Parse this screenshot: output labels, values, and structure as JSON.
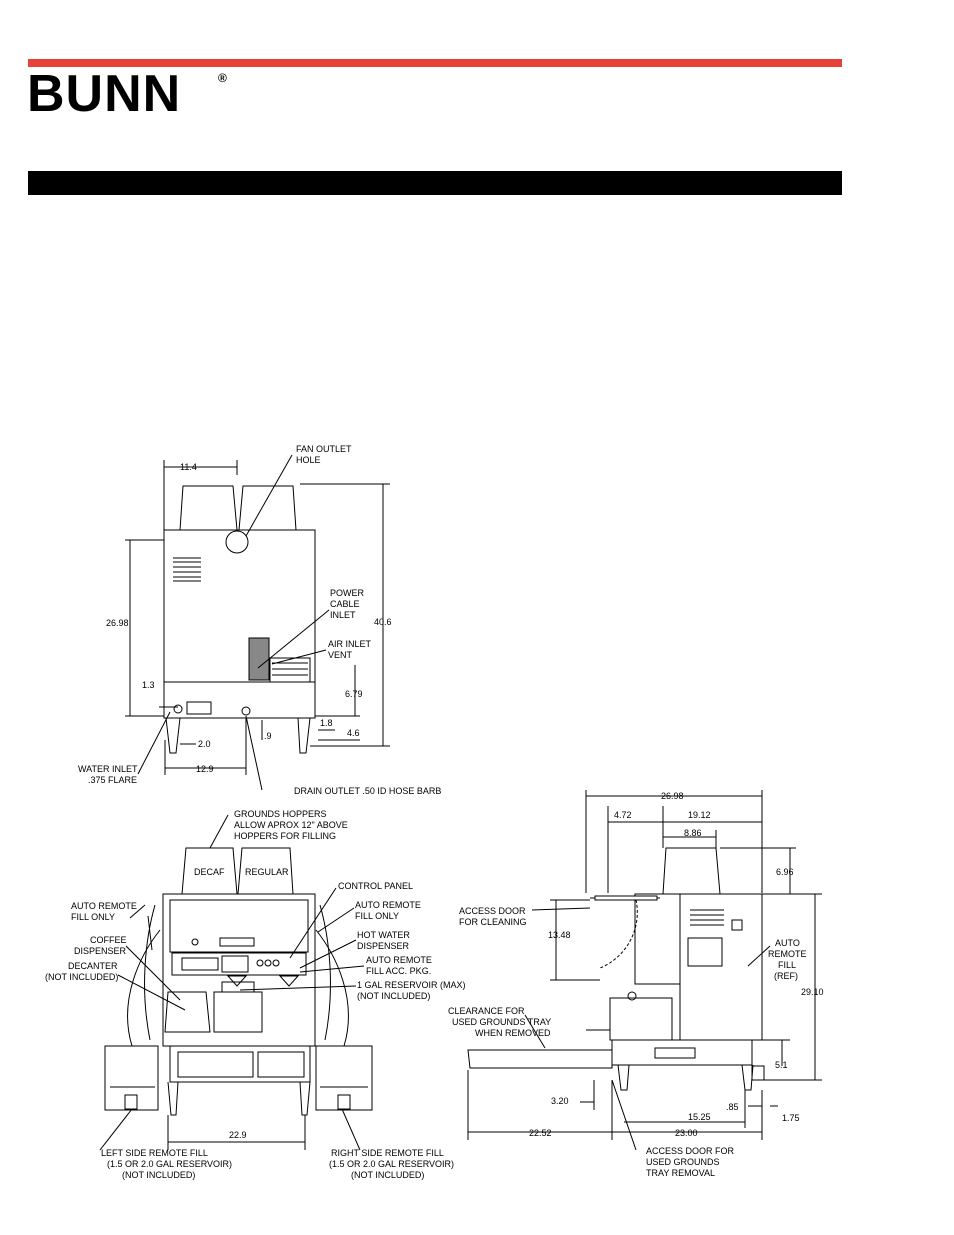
{
  "brand": {
    "logo_text": "BUNN",
    "reg_mark": "®"
  },
  "colors": {
    "accent_rule": "#e8413a",
    "header_bar": "#000000"
  },
  "back_view": {
    "dim_width": "11.4",
    "fan_outlet": [
      "FAN OUTLET",
      "HOLE"
    ],
    "dim_height_body": "26.98",
    "dim_height_total": "40.6",
    "power_cable": [
      "POWER",
      "CABLE",
      "INLET"
    ],
    "air_inlet": [
      "AIR INLET",
      "VENT"
    ],
    "dim_1_3": "1.3",
    "dim_6_79": "6.79",
    "dim_1_8": "1.8",
    "dim_4_6": "4.6",
    "dim_2_0": "2.0",
    "dim_0_9": ".9",
    "dim_12_9": "12.9",
    "water_inlet": [
      "WATER INLET",
      ".375 FLARE"
    ],
    "drain_outlet": "DRAIN OUTLET .50 ID HOSE BARB"
  },
  "front_view": {
    "grounds_hoppers": [
      "GROUNDS HOPPERS",
      "ALLOW APROX 12\" ABOVE",
      "HOPPERS FOR FILLING"
    ],
    "decaf": "DECAF",
    "regular": "REGULAR",
    "control_panel": "CONTROL PANEL",
    "auto_remote_left": [
      "AUTO REMOTE",
      "FILL ONLY"
    ],
    "auto_remote_right": [
      "AUTO REMOTE",
      "FILL ONLY"
    ],
    "coffee_dispenser": [
      "COFFEE",
      "DISPENSER"
    ],
    "hot_water": [
      "HOT WATER",
      "DISPENSER"
    ],
    "decanter": [
      "DECANTER",
      "(NOT INCLUDED)"
    ],
    "auto_remote_acc": [
      "AUTO REMOTE",
      "FILL ACC. PKG."
    ],
    "reservoir": [
      "1 GAL RESERVOIR (MAX)",
      "(NOT INCLUDED)"
    ],
    "dim_22_9": "22.9",
    "left_remote": [
      "LEFT SIDE REMOTE FILL",
      "(1.5 OR 2.0 GAL RESERVOIR)",
      "(NOT INCLUDED)"
    ],
    "right_remote": [
      "RIGHT SIDE REMOTE FILL",
      "(1.5 OR 2.0 GAL RESERVOIR)",
      "(NOT INCLUDED)"
    ]
  },
  "side_view": {
    "dim_26_98": "26.98",
    "dim_4_72": "4.72",
    "dim_19_12": "19.12",
    "dim_8_86": "8.86",
    "dim_6_96": "6.96",
    "access_door_cleaning": [
      "ACCESS DOOR",
      "FOR CLEANING"
    ],
    "dim_13_48": "13.48",
    "auto_remote_ref": [
      "AUTO",
      "REMOTE",
      "FILL",
      "(REF)"
    ],
    "dim_29_10": "29.10",
    "clearance": [
      "CLEARANCE FOR",
      "USED GROUNDS TRAY",
      "WHEN REMOVED"
    ],
    "dim_5_1": "5.1",
    "dim_3_20": "3.20",
    "dim_0_85": ".85",
    "dim_15_25": "15.25",
    "dim_1_75": "1.75",
    "dim_22_52": "22.52",
    "dim_23_00": "23.00",
    "access_door_tray": [
      "ACCESS DOOR FOR",
      "USED GROUNDS",
      "TRAY REMOVAL"
    ]
  }
}
